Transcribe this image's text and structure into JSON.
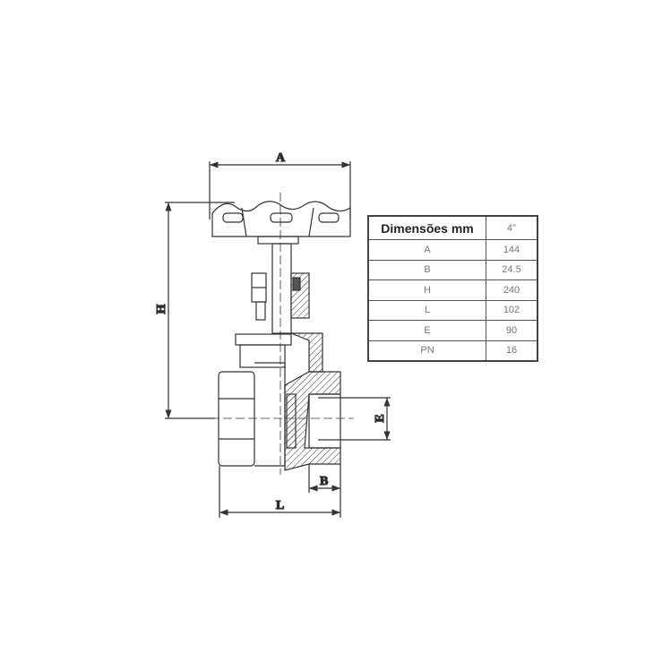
{
  "drawing": {
    "dimension_labels": {
      "A": "A",
      "H": "H",
      "E": "E",
      "B": "B",
      "L": "L"
    }
  },
  "table": {
    "header": {
      "label": "Dimensões mm",
      "size": "4''"
    },
    "rows": [
      {
        "label": "A",
        "value": "144"
      },
      {
        "label": "B",
        "value": "24.5"
      },
      {
        "label": "H",
        "value": "240"
      },
      {
        "label": "L",
        "value": "102"
      },
      {
        "label": "E",
        "value": "90"
      },
      {
        "label": "PN",
        "value": "16"
      }
    ]
  }
}
